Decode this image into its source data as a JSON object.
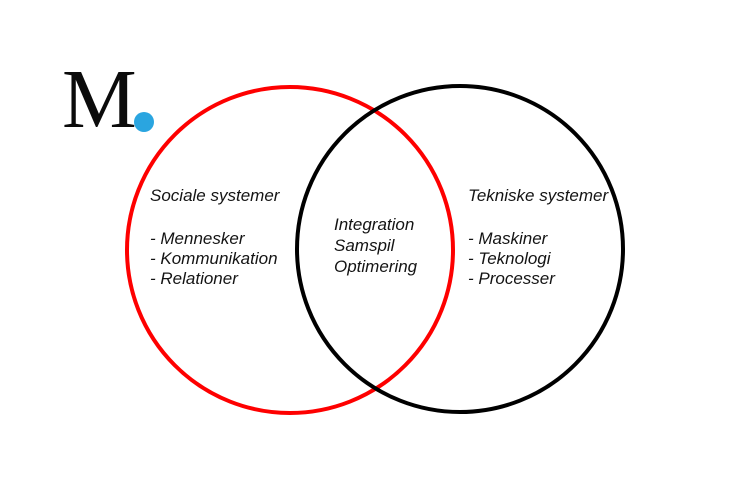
{
  "logo": {
    "letter": "M",
    "dot_color": "#2aa5e0"
  },
  "venn": {
    "left": {
      "title": "Sociale systemer",
      "items": [
        "- Mennesker",
        "- Kommunikation",
        "- Relationer"
      ],
      "stroke_color": "#fe0000"
    },
    "right": {
      "title": "Tekniske systemer",
      "items": [
        "- Maskiner",
        "- Teknologi",
        "- Processer"
      ],
      "stroke_color": "#000000"
    },
    "intersection": {
      "lines": [
        "Integration",
        "Samspil",
        "Optimering"
      ]
    }
  }
}
